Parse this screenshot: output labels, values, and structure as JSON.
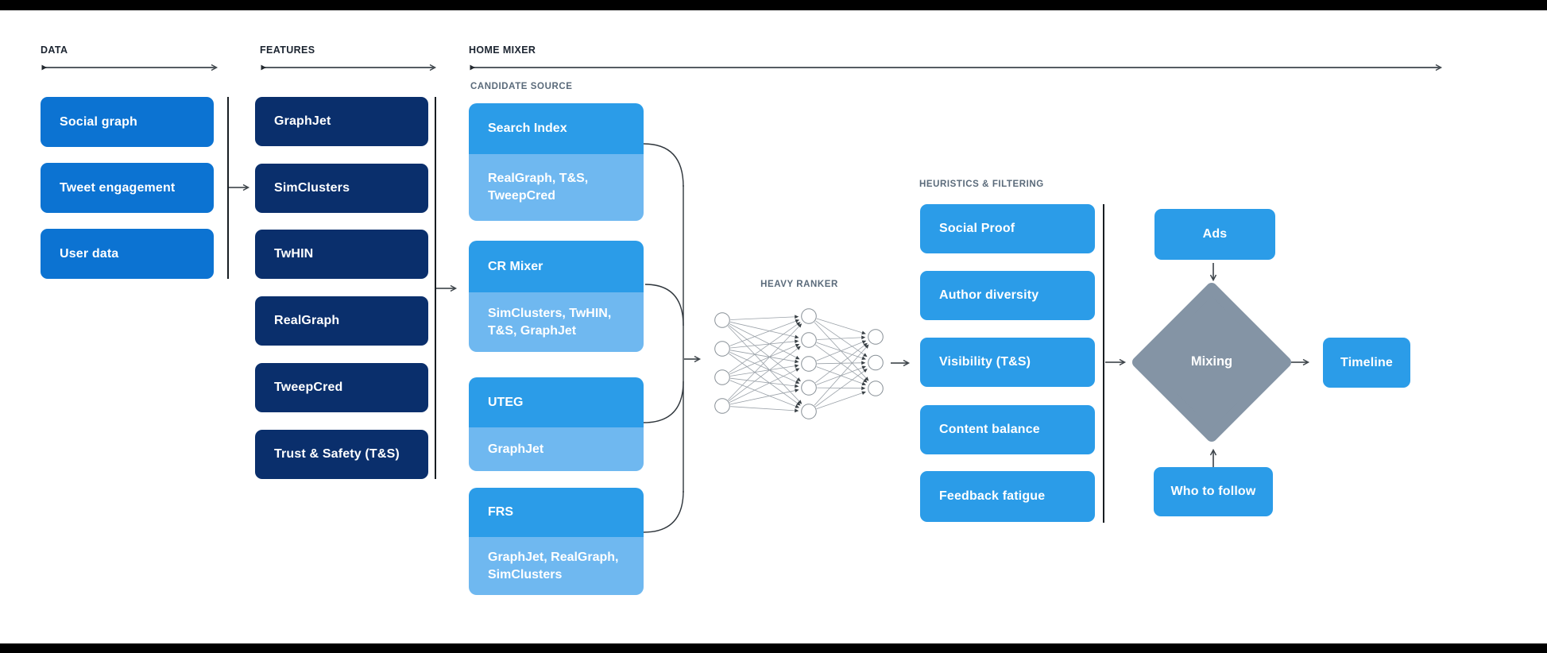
{
  "sections": {
    "data": {
      "label": "DATA",
      "items": [
        "Social graph",
        "Tweet engagement",
        "User data"
      ]
    },
    "features": {
      "label": "FEATURES",
      "items": [
        "GraphJet",
        "SimClusters",
        "TwHIN",
        "RealGraph",
        "TweepCred",
        "Trust & Safety (T&S)"
      ]
    },
    "home_mixer": {
      "label": "HOME MIXER",
      "candidate_source": {
        "label": "CANDIDATE SOURCE",
        "items": [
          {
            "title": "Search Index",
            "sub": "RealGraph, T&S, TweepCred"
          },
          {
            "title": "CR Mixer",
            "sub": "SimClusters, TwHIN, T&S, GraphJet"
          },
          {
            "title": "UTEG",
            "sub": "GraphJet"
          },
          {
            "title": "FRS",
            "sub": "GraphJet, RealGraph, SimClusters"
          }
        ]
      },
      "heavy_ranker": {
        "label": "HEAVY RANKER",
        "network": {
          "input_nodes": 4,
          "hidden_nodes": 5,
          "output_nodes": 3
        }
      },
      "heuristics": {
        "label": "HEURISTICS & FILTERING",
        "items": [
          "Social Proof",
          "Author diversity",
          "Visibility (T&S)",
          "Content balance",
          "Feedback fatigue"
        ]
      },
      "mixing": {
        "ads": "Ads",
        "diamond": "Mixing",
        "who_to_follow": "Who to follow",
        "timeline": "Timeline"
      }
    }
  },
  "colors": {
    "data_box": "#0C73D2",
    "feature_box": "#0A2F6C",
    "azure_box": "#2B9CE8",
    "light_sub_box": "#6FB8F0",
    "diamond": "#8494A5",
    "header_text": "#1B2430",
    "sublabel_text": "#5A6A7A",
    "arrow": "#3F464C",
    "bar": "#000000"
  }
}
